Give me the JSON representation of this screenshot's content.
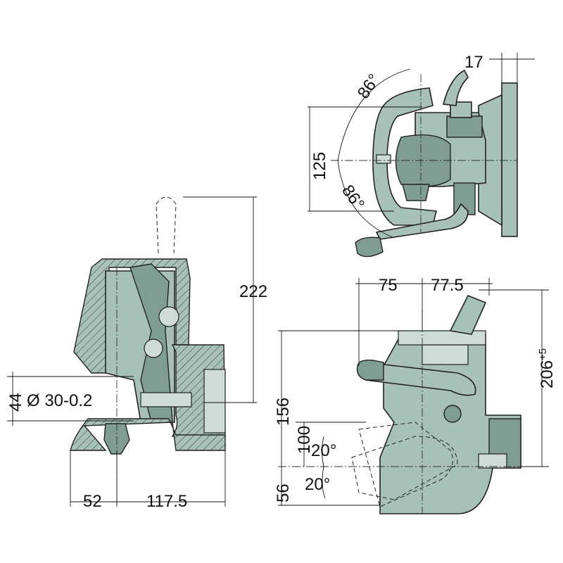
{
  "diagram": {
    "top_view": {
      "plate_width": "17",
      "angle_upper": "86°",
      "height": "125",
      "angle_lower": "86°"
    },
    "side_section": {
      "height_total": "222",
      "height_lower": "44",
      "bore": "Ø 30-0.2",
      "width_left": "52",
      "width_right": "117.5"
    },
    "side_view": {
      "width_left": "75",
      "width_right": "77.5",
      "height_total": "206",
      "height_tolerance": "+5",
      "height_156": "156",
      "height_100": "100",
      "angle_upper": "20°",
      "height_56": "56",
      "angle_lower": "20°"
    },
    "colors": {
      "body": "#a8c1b6",
      "dark": "#7f9d91",
      "line": "#111111"
    }
  }
}
